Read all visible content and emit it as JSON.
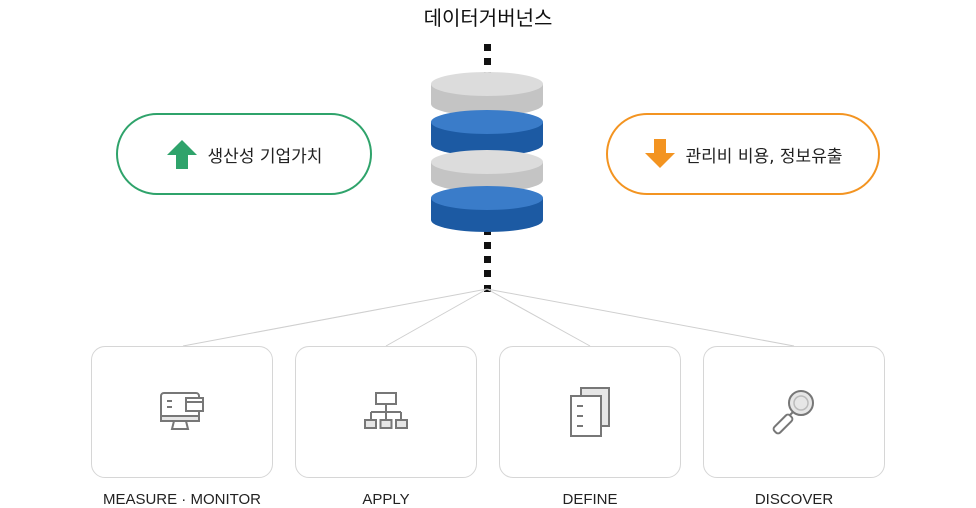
{
  "title": "데이터거버넌스",
  "benefits": {
    "up": {
      "label": "생산성 기업가치",
      "icon": "arrow-up-icon",
      "color": "#2fa36b"
    },
    "down": {
      "label": "관리비 비용, 정보유출",
      "icon": "arrow-down-icon",
      "color": "#f39421"
    }
  },
  "stages": [
    {
      "label": "MEASURE · MONITOR",
      "icon": "monitor-icon"
    },
    {
      "label": "APPLY",
      "icon": "org-chart-icon"
    },
    {
      "label": "DEFINE",
      "icon": "documents-icon"
    },
    {
      "label": "DISCOVER",
      "icon": "magnifier-icon"
    }
  ],
  "colors": {
    "disk_gray": "#d5d5d5",
    "disk_blue": "#2e6fbe"
  }
}
